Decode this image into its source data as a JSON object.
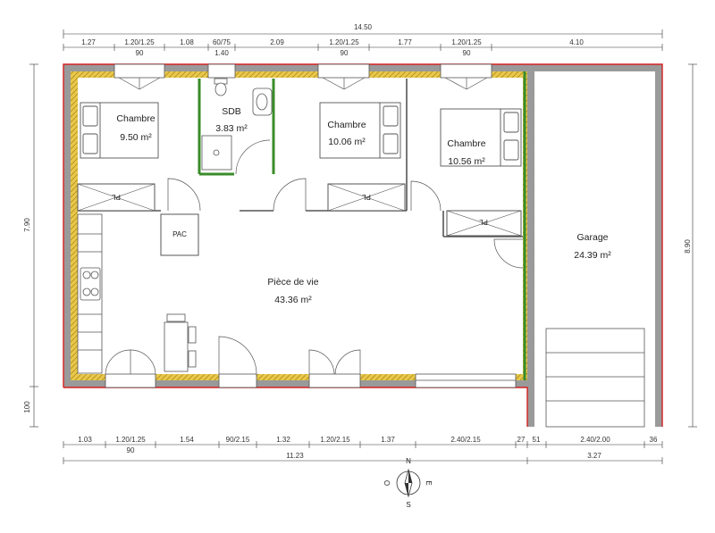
{
  "dimensions": {
    "top_total": "14.50",
    "top_segments": [
      "1.27",
      "1.20/1.25",
      "1.08",
      "60/75",
      "2.09",
      "1.20/1.25",
      "1.77",
      "1.20/1.25",
      "4.10"
    ],
    "top_sub": [
      "90",
      "1.40",
      "90",
      "90"
    ],
    "left_height": "7.90",
    "left_lower": "100",
    "right_height": "8.90",
    "bottom_segments": [
      "1.03",
      "1.20/1.25",
      "1.54",
      "90/2.15",
      "1.32",
      "1.20/2.15",
      "1.37",
      "2.40/2.15",
      "27",
      "51",
      "2.40/2.00",
      "36"
    ],
    "bottom_sub": [
      "90"
    ],
    "bottom_totals": [
      "11.23",
      "3.27"
    ]
  },
  "rooms": [
    {
      "name": "Chambre",
      "area": "9.50 m²"
    },
    {
      "name": "SDB",
      "area": "3.83 m²"
    },
    {
      "name": "Chambre",
      "area": "10.06 m²"
    },
    {
      "name": "Chambre",
      "area": "10.56 m²"
    },
    {
      "name": "Pièce de vie",
      "area": "43.36 m²"
    },
    {
      "name": "Garage",
      "area": "24.39 m²"
    }
  ],
  "labels": {
    "pac": "PAC",
    "placard": "PL"
  },
  "compass": {
    "n": "N",
    "s": "S",
    "e": "E",
    "o": "O"
  },
  "colors": {
    "exterior_wall": "#9a9a9a",
    "insulation": "#e8c84a",
    "cut_line": "#d62020",
    "green_wall": "#3a8c2a",
    "interior_wall": "#555555"
  }
}
